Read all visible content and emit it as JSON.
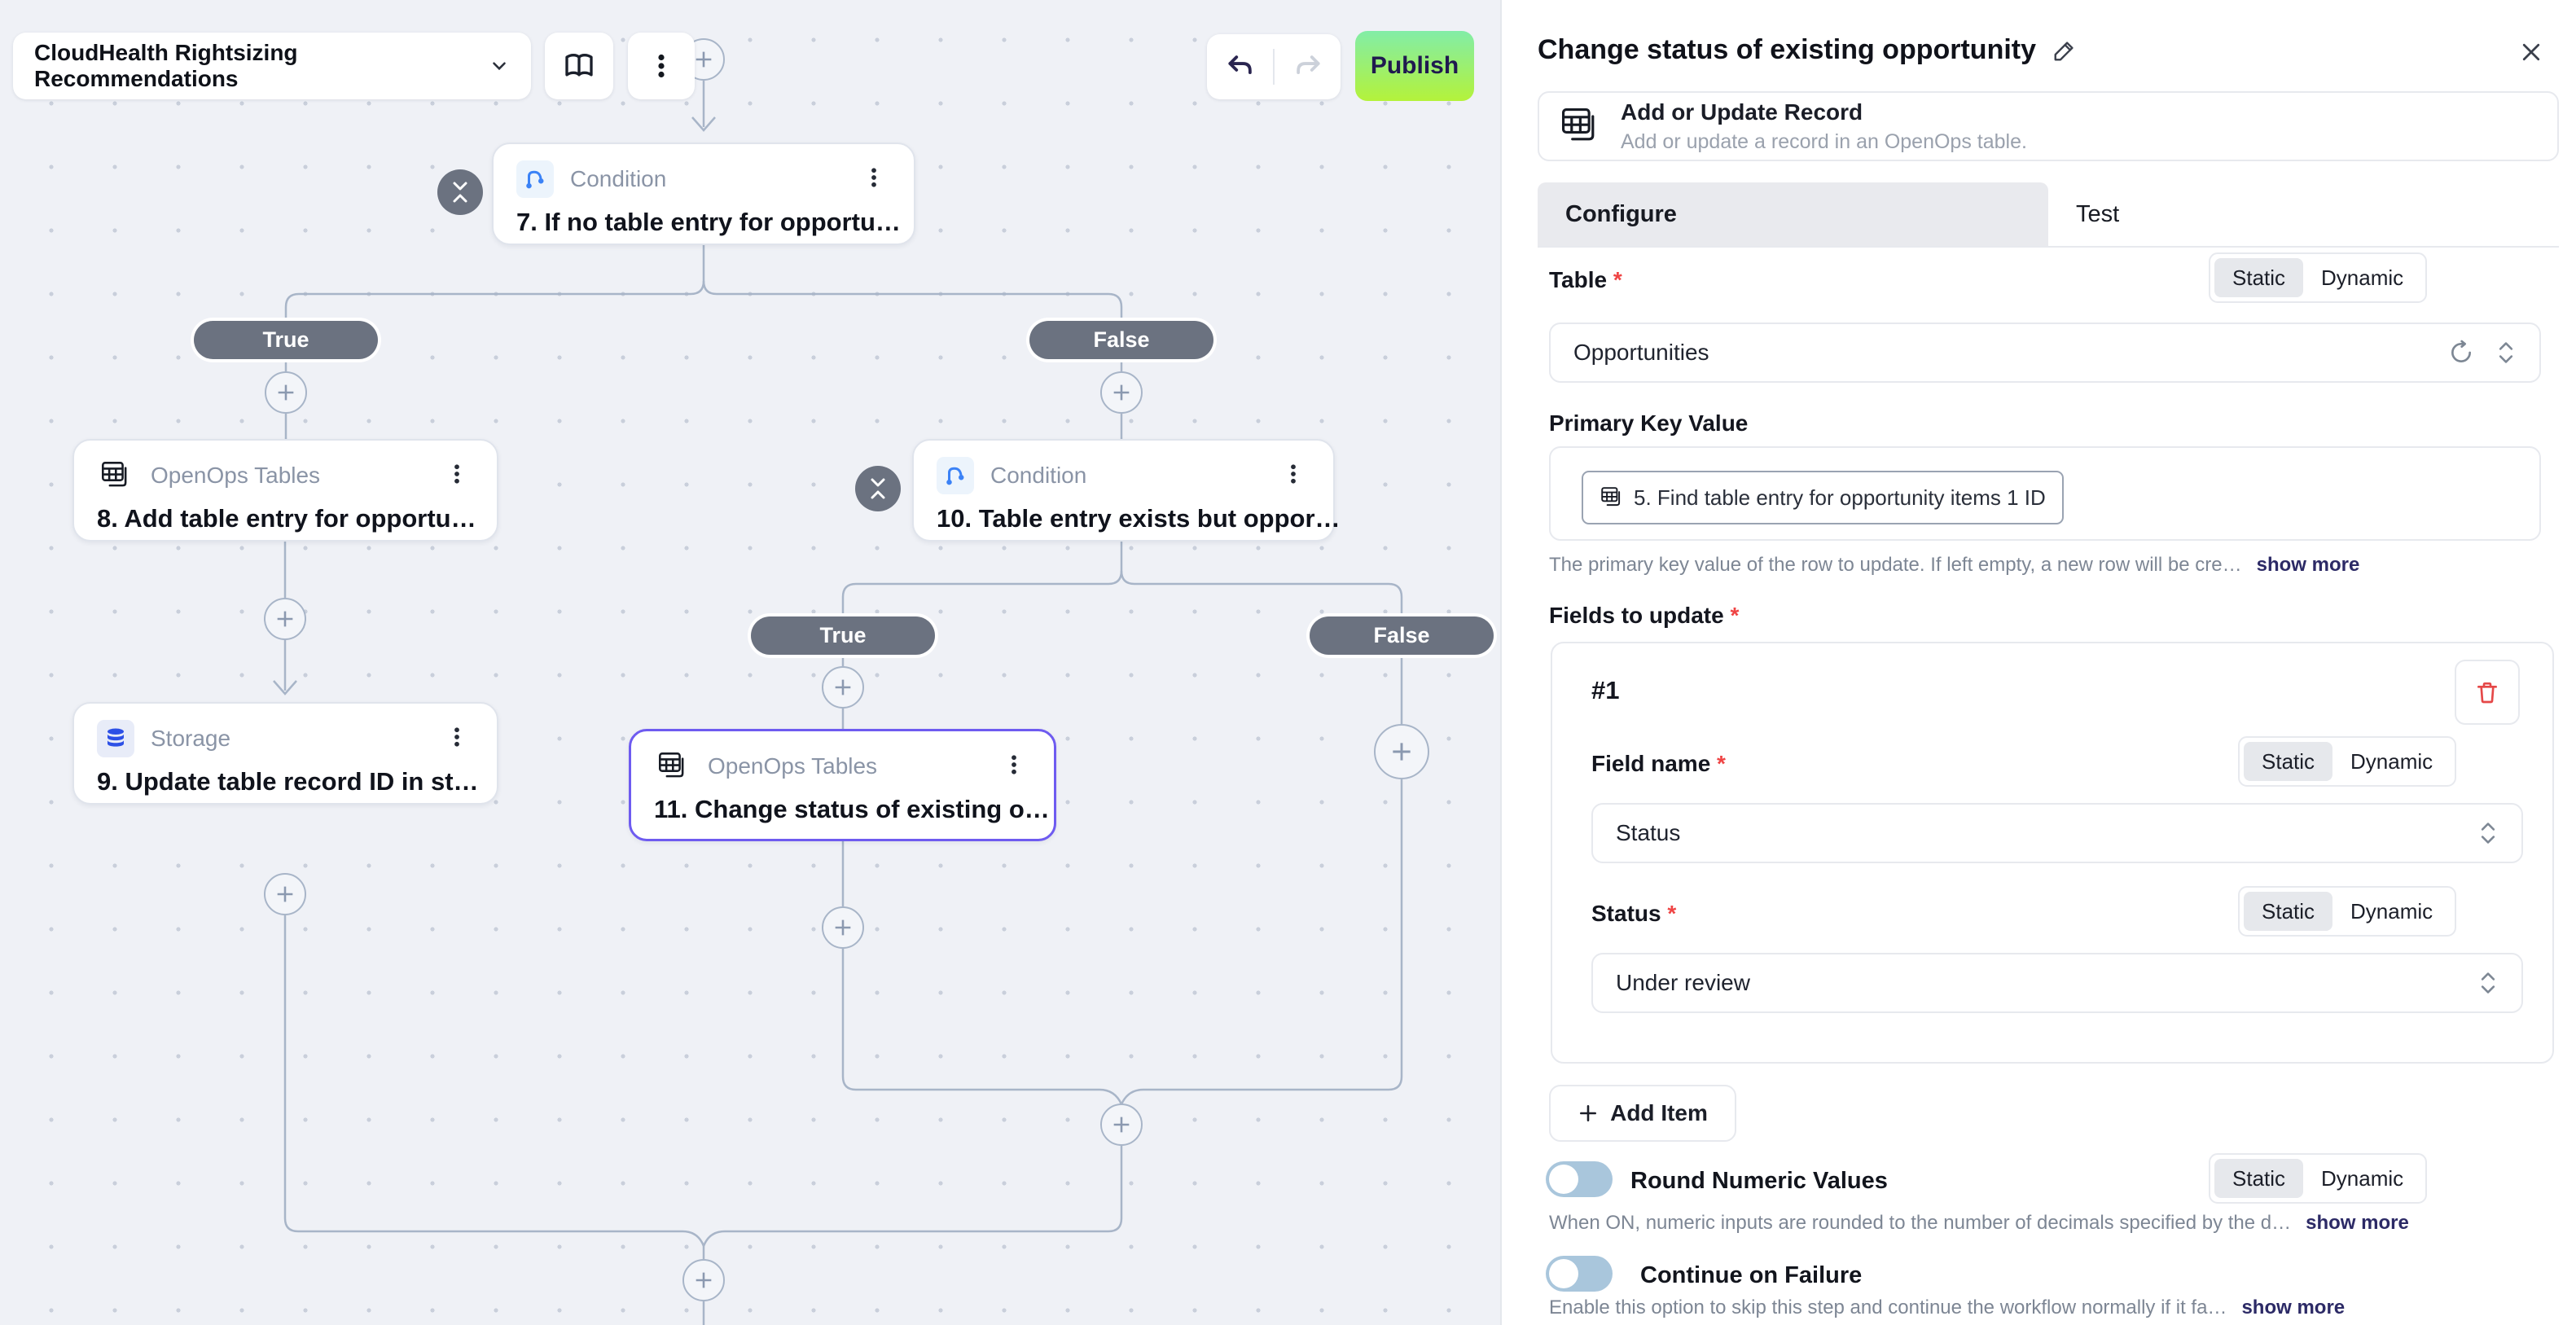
{
  "header": {
    "flow_selector_label": "CloudHealth Rightsizing Recommendations",
    "publish_label": "Publish"
  },
  "canvas": {
    "branch_true_label": "True",
    "branch_false_label": "False",
    "nodes": {
      "n7": {
        "type_label": "Condition",
        "title": "7. If no table entry for opportu…"
      },
      "n8": {
        "type_label": "OpenOps Tables",
        "title": "8. Add table entry for opportu…"
      },
      "n10": {
        "type_label": "Condition",
        "title": "10. Table entry exists but oppor…"
      },
      "n9": {
        "type_label": "Storage",
        "title": "9. Update table record ID in st…"
      },
      "n11": {
        "type_label": "OpenOps Tables",
        "title": "11. Change status of existing o…"
      }
    }
  },
  "panel": {
    "title": "Change status of existing opportunity",
    "action": {
      "name": "Add or Update Record",
      "description": "Add or update a record in an OpenOps table."
    },
    "tabs": {
      "configure": "Configure",
      "test": "Test"
    },
    "static_label": "Static",
    "dynamic_label": "Dynamic",
    "show_more_label": "show more",
    "table_field": {
      "label": "Table",
      "value": "Opportunities"
    },
    "primary_key": {
      "label": "Primary Key Value",
      "token": "5. Find table entry for opportunity items 1 ID",
      "helper": "The primary key value of the row to update. If left empty, a new row will be cre…"
    },
    "fields_to_update": {
      "label": "Fields to update",
      "item_index": "#1",
      "field_name": {
        "label": "Field name",
        "value": "Status"
      },
      "status": {
        "label": "Status",
        "value": "Under review"
      },
      "add_item_label": "Add Item"
    },
    "round_numeric": {
      "label": "Round Numeric Values",
      "state": "off",
      "helper": "When ON, numeric inputs are rounded to the number of decimals specified by the d…"
    },
    "continue_on_failure": {
      "label": "Continue on Failure",
      "state": "off",
      "helper": "Enable this option to skip this step and continue the workflow normally if it fa…"
    },
    "colors": {
      "publish_gradient_top": "#82eda7",
      "publish_gradient_bottom": "#b4f23a",
      "selected_node_border": "#6e5bf0",
      "toggle_track_off": "#a9c6dc",
      "required_asterisk": "#ef4444",
      "branch_pill": "#6b7280"
    }
  }
}
